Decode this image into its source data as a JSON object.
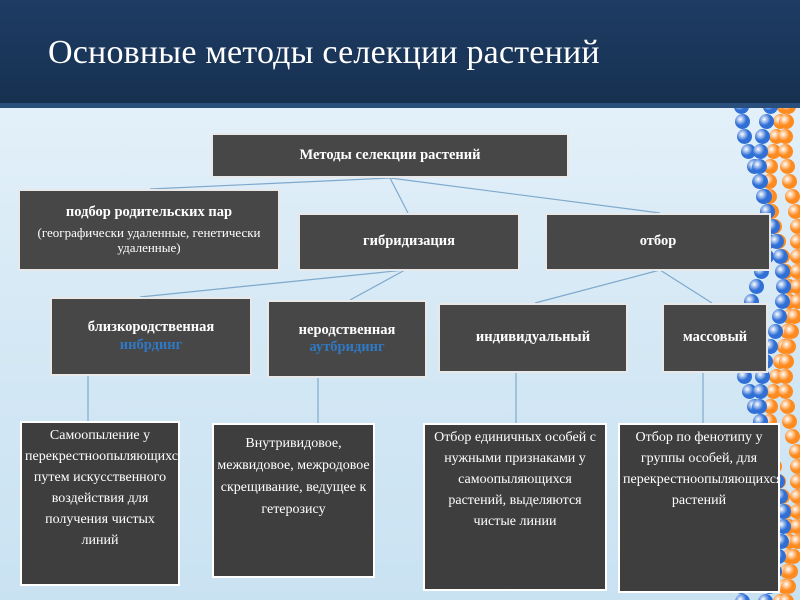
{
  "title": "Основные методы селекции растений",
  "colors": {
    "box_fill": "#474747",
    "accent_text": "#2f78c4",
    "title_bar": "#1e3c64",
    "dna_blue": "#2f6fd6",
    "dna_orange": "#ff8a1e"
  },
  "root": {
    "label": "Методы селекции растений"
  },
  "level1": {
    "parent_selection": {
      "label": "подбор родительских пар",
      "sub": "(географически удаленные, генетически удаленные)"
    },
    "hybridization": {
      "label": "гибридизация"
    },
    "selection": {
      "label": "отбор"
    }
  },
  "level2": {
    "inbreeding": {
      "label": "близкородственная",
      "accent": "инбрдинг"
    },
    "outbreeding": {
      "label": "неродственная",
      "accent": "аутбридинг"
    },
    "individual": {
      "label": "индивидуальный"
    },
    "mass": {
      "label": "массовый"
    }
  },
  "descriptions": {
    "inbreeding": "Самоопыление у перекрестноопыляющихся путем искусственного воздействия для получения чистых линий",
    "outbreeding": "Внутривидовое, межвидовое, межродовое скрещивание, ведущее к гетерозису",
    "individual": "Отбор единичных особей с нужными признаками у самоопыляющихся растений, выделяются чистые линии",
    "mass": "Отбор по фенотипу у группы особей, для перекрестноопыляющихся растений"
  }
}
